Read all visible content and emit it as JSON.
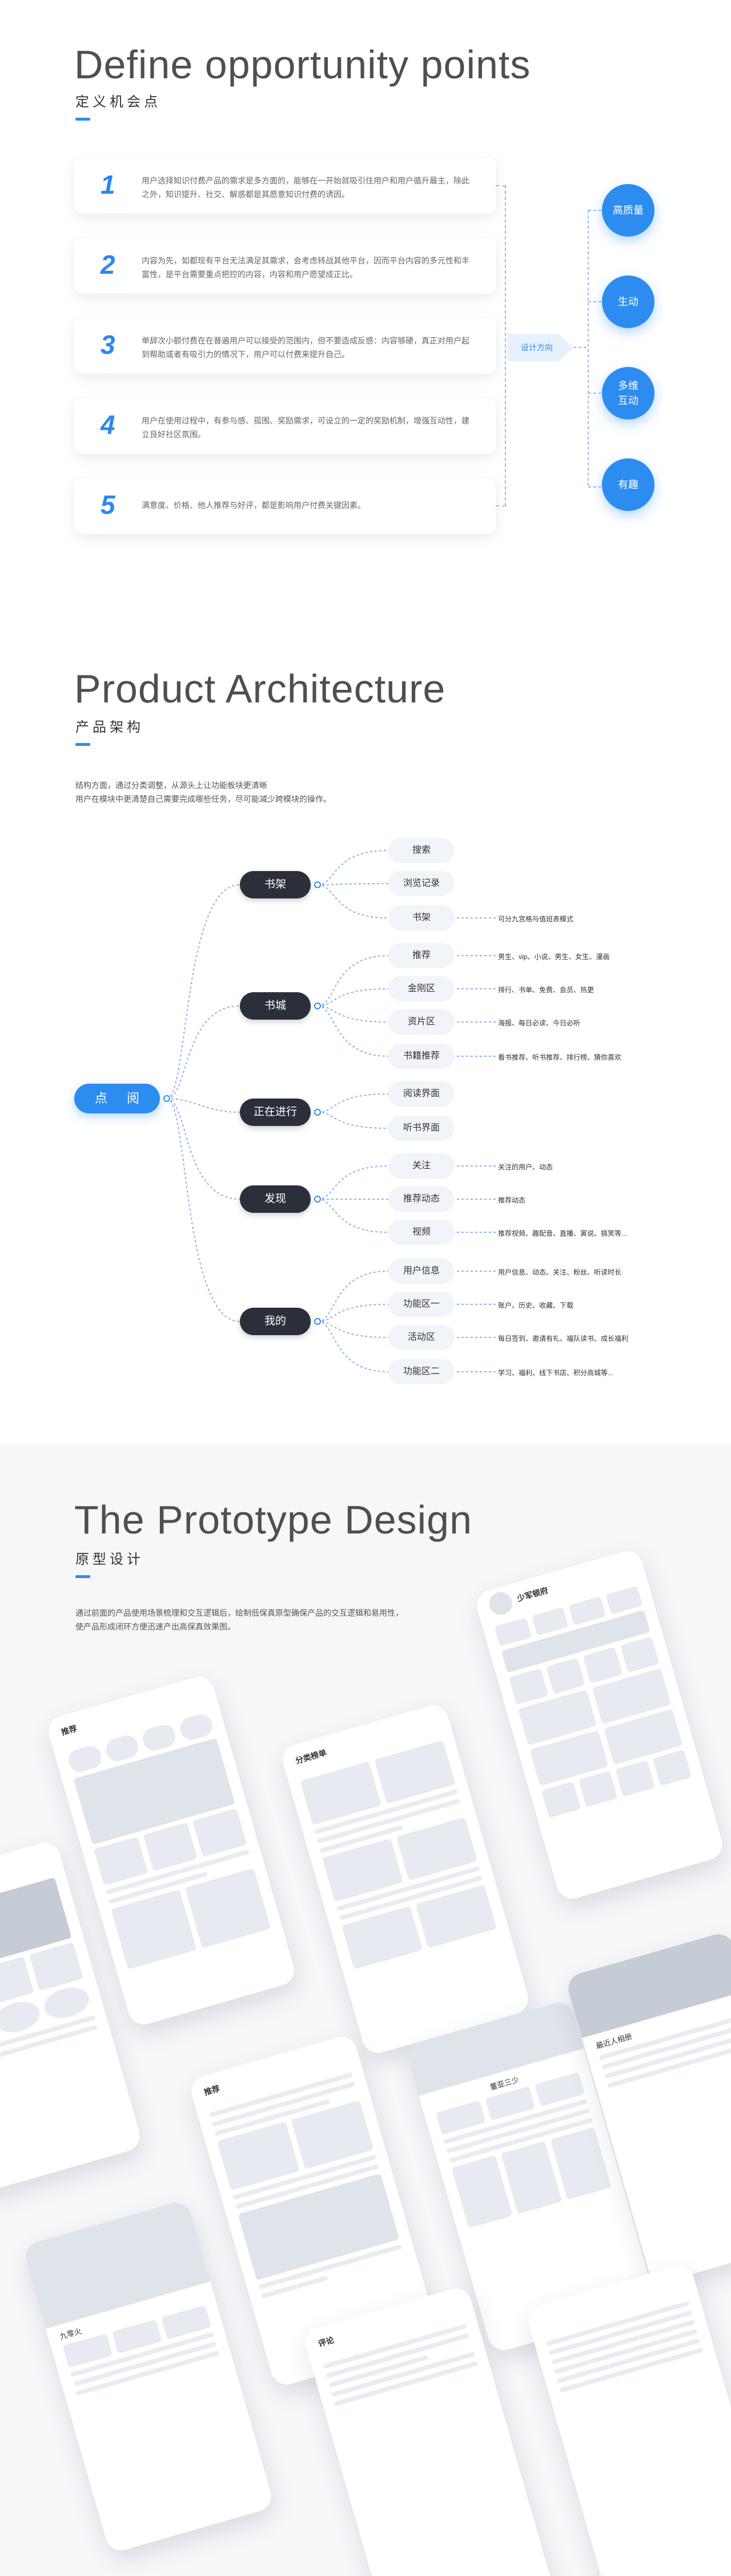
{
  "opportunity": {
    "title": "Define opportunity points",
    "subtitle": "定义机会点",
    "items": [
      {
        "num": "1",
        "text": "用户选择知识付费产品的需求是多方面的，能够在一开始就吸引住用户和用户循升最主，除此之外，知识提升、社交、解惑都是其愿意知识付费的诱因。"
      },
      {
        "num": "2",
        "text": "内容为先，如都现有平台无法满足其需求，会考虑转战其他平台，因而平台内容的多元性和丰富性，是平台需要重点把控的内容，内容和用户愿望成正比。"
      },
      {
        "num": "3",
        "text": "单辞次小额付费在在普遍用户可以接受的范围内，但不要造成反感：内容够硬，真正对用户起到帮助或者有吸引力的情况下，用户可以付费来提升自己。"
      },
      {
        "num": "4",
        "text": "用户在使用过程中，有参与感、孤围、奖励需求，可设立的一定的奖励机制，增强互动性，建立良好社区氛围。"
      },
      {
        "num": "5",
        "text": "满意度、价格、他人推荐与好评，都是影响用户付费关键因素。"
      }
    ],
    "direction_label": "设计方向",
    "goals": [
      "高质量",
      "生动",
      "多维\n互动",
      "有趣"
    ]
  },
  "architecture": {
    "title": "Product Architecture",
    "subtitle": "产品架构",
    "desc_line1": "结构方面，通过分类调整，从源头上让功能板块更清晰",
    "desc_line2": "用户在模块中更清楚自己需要完成哪些任务，尽可能减少跨模块的操作。",
    "root": "点 阅",
    "branches": [
      {
        "label": "书架",
        "children": [
          {
            "label": "搜索",
            "note": ""
          },
          {
            "label": "浏览记录",
            "note": ""
          },
          {
            "label": "书架",
            "note": "可分九宫格与值班表模式"
          }
        ]
      },
      {
        "label": "书城",
        "children": [
          {
            "label": "推荐",
            "note": "男生、vip、小说、男生、女生、漫画"
          },
          {
            "label": "金刚区",
            "note": "排行、书单、免费、会员、热更"
          },
          {
            "label": "资片区",
            "note": "海报、每日必读、今日必听"
          },
          {
            "label": "书籍推荐",
            "note": "看书推荐、听书推荐、排行榜、猜你喜欢"
          }
        ]
      },
      {
        "label": "正在进行",
        "children": [
          {
            "label": "阅读界面",
            "note": ""
          },
          {
            "label": "听书界面",
            "note": ""
          }
        ]
      },
      {
        "label": "发现",
        "children": [
          {
            "label": "关注",
            "note": "关注的用户、动态"
          },
          {
            "label": "推荐动态",
            "note": "推荐动态"
          },
          {
            "label": "视频",
            "note": "推荐视频、趣配音、直播、寅说、搞笑等..."
          }
        ]
      },
      {
        "label": "我的",
        "children": [
          {
            "label": "用户信息",
            "note": "用户信息、动态、关注、粉丝、听读时长"
          },
          {
            "label": "功能区一",
            "note": "账户、历史、收藏、下载"
          },
          {
            "label": "活动区",
            "note": "每日签到、邀请有礼、福队读书、成长福利"
          },
          {
            "label": "功能区二",
            "note": "学习、福利、线下书店、积分商城等..."
          }
        ]
      }
    ]
  },
  "prototype": {
    "title": "The Prototype Design",
    "subtitle": "原型设计",
    "desc_line1": "通过前面的产品使用场景梳理和交互逻辑后，绘制低保真原型确保产品的交互逻辑和易用性，",
    "desc_line2": "使产品形成闭环方便迅速产出高保真效果图。",
    "phones": [
      {
        "title": "推荐"
      },
      {
        "title": "分类榜单"
      },
      {
        "title": "少军顿府"
      },
      {
        "title": "推荐"
      },
      {
        "title": "董亚三少"
      },
      {
        "title": "评论"
      },
      {
        "title": "九零火"
      },
      {
        "title": "最近人相册"
      }
    ]
  }
}
